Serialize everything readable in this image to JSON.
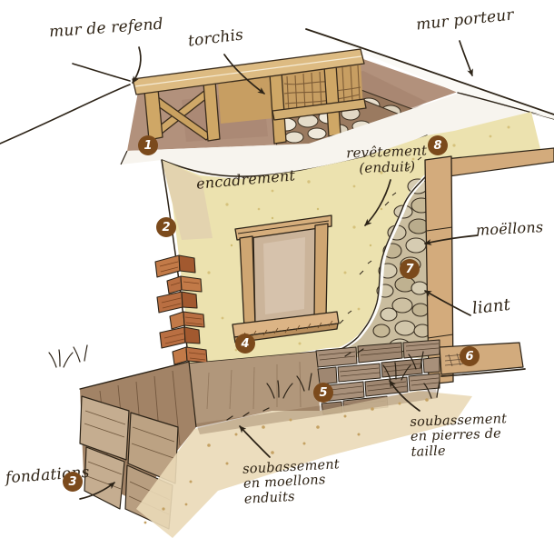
{
  "figure": {
    "type": "hand-drawn construction diagram (traditional masonry house wall, cutaway)",
    "ink_color": "#2c2317",
    "badge_color": "#7b4a1c",
    "render_color": "#ece2af",
    "wood_color": "#d4ac7c",
    "brick_color": "#b96f42"
  },
  "labels": [
    {
      "id": "mur-de-refend",
      "text": "mur de refend"
    },
    {
      "id": "torchis",
      "text": "torchis"
    },
    {
      "id": "mur-porteur",
      "text": "mur porteur"
    },
    {
      "id": "revetement",
      "text": "revêtement\n(enduit)"
    },
    {
      "id": "encadrement",
      "text": "encadrement"
    },
    {
      "id": "moellons",
      "text": "moëllons"
    },
    {
      "id": "liant",
      "text": "liant"
    },
    {
      "id": "soubassement-pierres",
      "text": "soubassement\nen pierres de\ntaille"
    },
    {
      "id": "soubassement-moellons",
      "text": "soubassement\nen moellons\nenduits"
    },
    {
      "id": "fondations",
      "text": "fondations"
    }
  ],
  "badges": [
    {
      "n": "1"
    },
    {
      "n": "2"
    },
    {
      "n": "3"
    },
    {
      "n": "4"
    },
    {
      "n": "5"
    },
    {
      "n": "6"
    },
    {
      "n": "7"
    },
    {
      "n": "8"
    }
  ]
}
